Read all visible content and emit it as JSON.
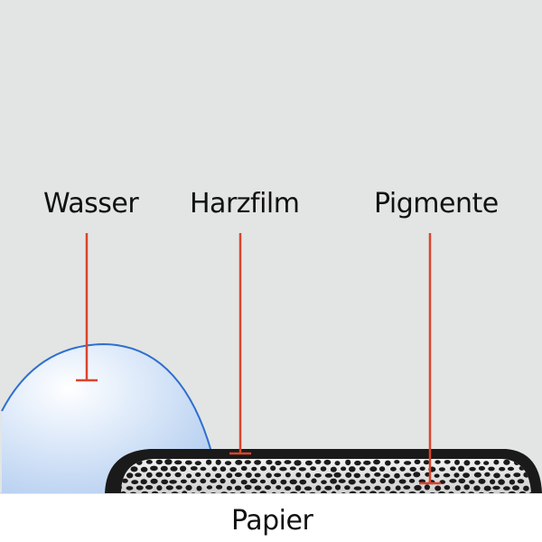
{
  "labels": {
    "water": "Wasser",
    "resin_film": "Harzfilm",
    "pigments": "Pigmente",
    "paper": "Papier"
  },
  "colors": {
    "background": "#e2e5e4",
    "paper": "#ffffff",
    "leader_line": "#d9452c",
    "drop_outline": "#2f6fd0",
    "drop_fill": "#c7dcf5",
    "film_outline": "#1a1a1a",
    "pigment_dots": "#1a1a1a"
  }
}
